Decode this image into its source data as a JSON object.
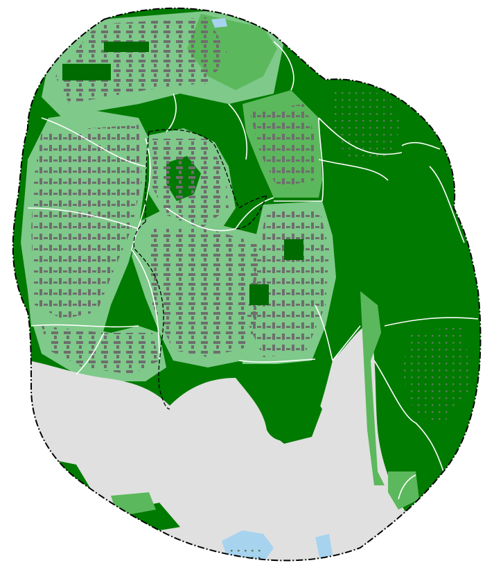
{
  "map": {
    "colors": {
      "forest": "#007a00",
      "forest_dark": "#006b00",
      "residential_light": "#7fc98a",
      "residential_mid": "#5cb85c",
      "park": "#4caf50",
      "water": "#a7d3ef",
      "open_ground": "#e0e0e0",
      "buildings": "#6e6e6e",
      "boundary": "#000000",
      "paths": "#ffffff"
    },
    "layers": [
      "forest",
      "residential",
      "buildings",
      "paths",
      "open-ground",
      "water",
      "boundaries"
    ]
  }
}
